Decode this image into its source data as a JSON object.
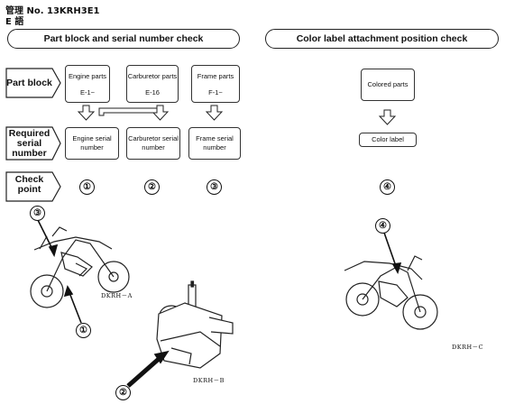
{
  "header": {
    "line1": "管理 No. 13KRH3E1",
    "line2": "E 語"
  },
  "sections": {
    "left_title": "Part block and serial number check",
    "right_title": "Color label attachment position check"
  },
  "rows": {
    "part_block": "Part block",
    "required_serial_1": "Required",
    "required_serial_2": "serial",
    "required_serial_3": "number",
    "check_point_1": "Check",
    "check_point_2": "point"
  },
  "part_boxes": [
    {
      "name": "Engine parts",
      "code": "E-1~"
    },
    {
      "name": "Carburetor parts",
      "code": "E-16"
    },
    {
      "name": "Frame parts",
      "code": "F-1~"
    }
  ],
  "serial_boxes": [
    {
      "line1": "Engine serial",
      "line2": "number"
    },
    {
      "line1": "Carburetor serial",
      "line2": "number"
    },
    {
      "line1": "Frame serial",
      "line2": "number"
    }
  ],
  "color": {
    "parts": "Colored parts",
    "label": "Color label"
  },
  "check_points": [
    "①",
    "②",
    "③",
    "④"
  ],
  "captions": {
    "a": "DKRH－A",
    "b": "DKRH－B",
    "c": "DKRH－C"
  },
  "colors": {
    "ink": "#111111",
    "arrow_fill": "#ffffff"
  }
}
